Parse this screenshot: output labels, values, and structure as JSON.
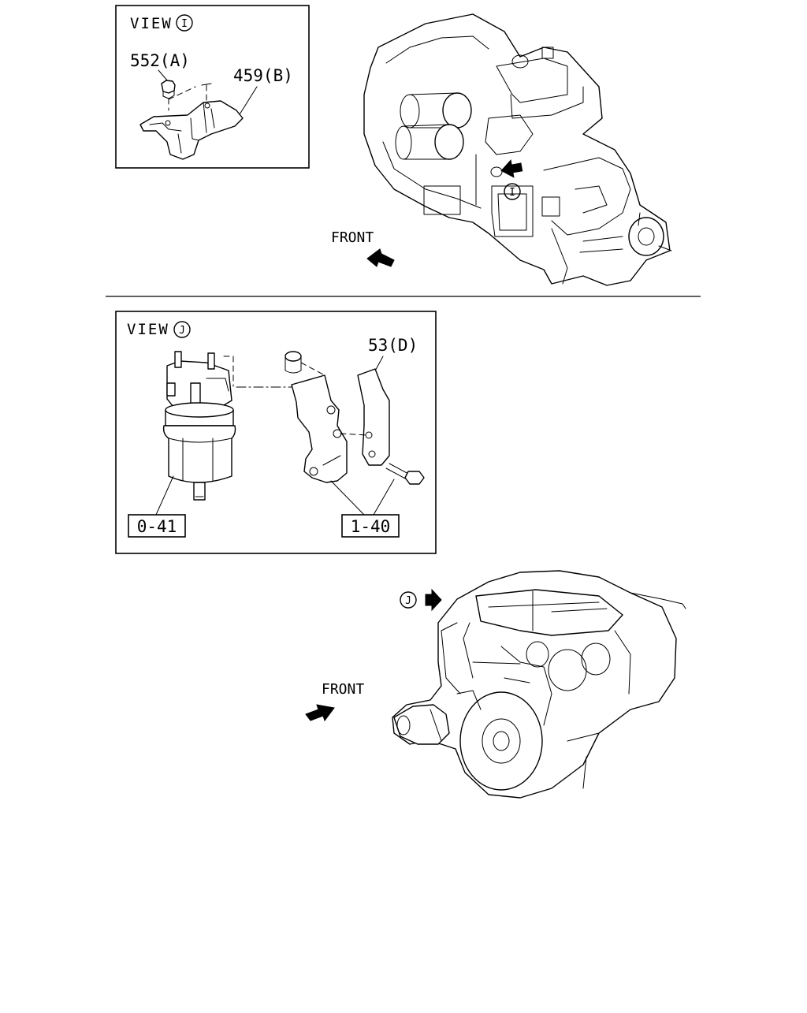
{
  "view_i": {
    "title": "VIEW",
    "circle_letter": "I",
    "parts": {
      "nut": "552(A)",
      "bracket": "459(B)"
    }
  },
  "transmission": {
    "front_label": "FRONT",
    "view_marker": "I"
  },
  "view_j": {
    "title": "VIEW",
    "circle_letter": "J",
    "parts": {
      "bracket_plate": "53(D)",
      "filter_group": "0-41",
      "bracket_group": "1-40"
    }
  },
  "engine": {
    "front_label": "FRONT",
    "view_marker": "J"
  }
}
